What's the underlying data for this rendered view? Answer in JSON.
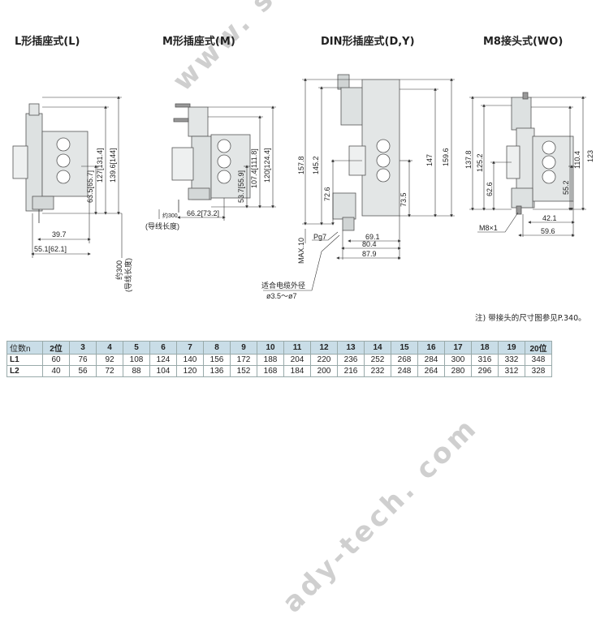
{
  "titles": {
    "l": "L形插座式(L)",
    "m": "M形插座式(M)",
    "din": "DIN形插座式(D,Y)",
    "m8": "M8接头式(WO)"
  },
  "l_dims": {
    "h1": "63.5[65.7]",
    "h2": "127[131.4]",
    "h3": "139.6[144]",
    "w1": "39.7",
    "w2": "55.1[62.1]",
    "lead": "约300",
    "lead_note": "(导线长度)"
  },
  "m_dims": {
    "h1": "53.7[55.9]",
    "h2": "107.4[111.8]",
    "h3": "120[124.4]",
    "w1": "66.2[73.2]",
    "lead": "约300",
    "lead_note": "(导线长度)"
  },
  "din_dims": {
    "h_left1": "157.8",
    "h_left2": "145.2",
    "h_left3": "72.6",
    "h_right1": "73.5",
    "h_right2": "147",
    "h_right3": "159.6",
    "max": "MAX.10",
    "pg": "Pg7",
    "w1": "69.1",
    "w2": "80.4",
    "w3": "87.9",
    "cable_label": "适合电缆外径",
    "cable_range": "ø3.5～ø7"
  },
  "m8_dims": {
    "h_left1": "137.8",
    "h_left2": "125.2",
    "h_left3": "62.6",
    "h_right1": "55.2",
    "h_right2": "110.4",
    "h_right3": "123",
    "conn": "M8×1",
    "w1": "42.1",
    "w2": "59.6"
  },
  "note": "注) 带接头的尺寸图参见P.340。",
  "table": {
    "header": [
      "位数n",
      "2位",
      "3",
      "4",
      "5",
      "6",
      "7",
      "8",
      "9",
      "10",
      "11",
      "12",
      "13",
      "14",
      "15",
      "16",
      "17",
      "18",
      "19",
      "20位"
    ],
    "rows": [
      [
        "L1",
        "60",
        "76",
        "92",
        "108",
        "124",
        "140",
        "156",
        "172",
        "188",
        "204",
        "220",
        "236",
        "252",
        "268",
        "284",
        "300",
        "316",
        "332",
        "348"
      ],
      [
        "L2",
        "40",
        "56",
        "72",
        "88",
        "104",
        "120",
        "136",
        "152",
        "168",
        "184",
        "200",
        "216",
        "232",
        "248",
        "264",
        "280",
        "296",
        "312",
        "328"
      ]
    ]
  },
  "watermark": {
    "top": "www. s",
    "bottom": "ady-tech. com"
  }
}
